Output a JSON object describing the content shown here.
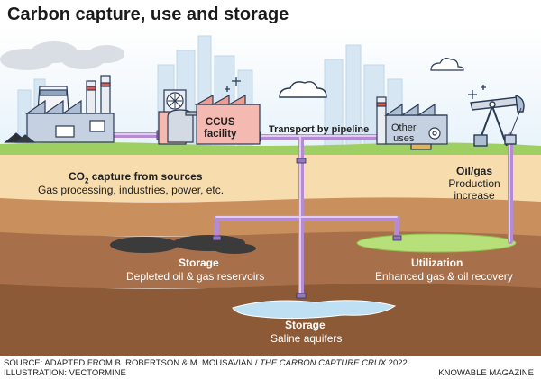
{
  "title": "Carbon capture, use and storage",
  "labels": {
    "ccus_facility": [
      "CCUS",
      "facility"
    ],
    "transport": "Transport by pipeline",
    "other_uses": [
      "Other",
      "uses"
    ],
    "capture_title_pre": "CO",
    "capture_title_sub": "2",
    "capture_title_post": " capture from sources",
    "capture_desc": "Gas processing, industries, power, etc.",
    "oilgas_title": "Oil/gas",
    "oilgas_desc": [
      "Production",
      "increase"
    ],
    "storage1_title": "Storage",
    "storage1_desc": "Depleted oil & gas reservoirs",
    "utilization_title": "Utilization",
    "utilization_desc": "Enhanced gas & oil recovery",
    "storage2_title": "Storage",
    "storage2_desc": "Saline aquifers"
  },
  "footer": {
    "source_pre": "SOURCE: ADAPTED FROM B. ROBERTSON & M. MOUSAVIAN / ",
    "source_italic": "THE CARBON CAPTURE CRUX",
    "source_post": " 2022",
    "illustration": "ILLUSTRATION: VECTORMINE",
    "publisher": "KNOWABLE MAGAZINE"
  },
  "colors": {
    "sky": "#eef6fb",
    "sand": "#f7dcae",
    "soil_mid": "#c98f5d",
    "soil_dark": "#8c5a36",
    "soil_deep": "#6e452a",
    "grass": "#9fcf63",
    "pipe": "#c9a6e0",
    "oil": "#3a3a3a",
    "water": "#bfe0f2",
    "gas": "#b8e07a"
  }
}
